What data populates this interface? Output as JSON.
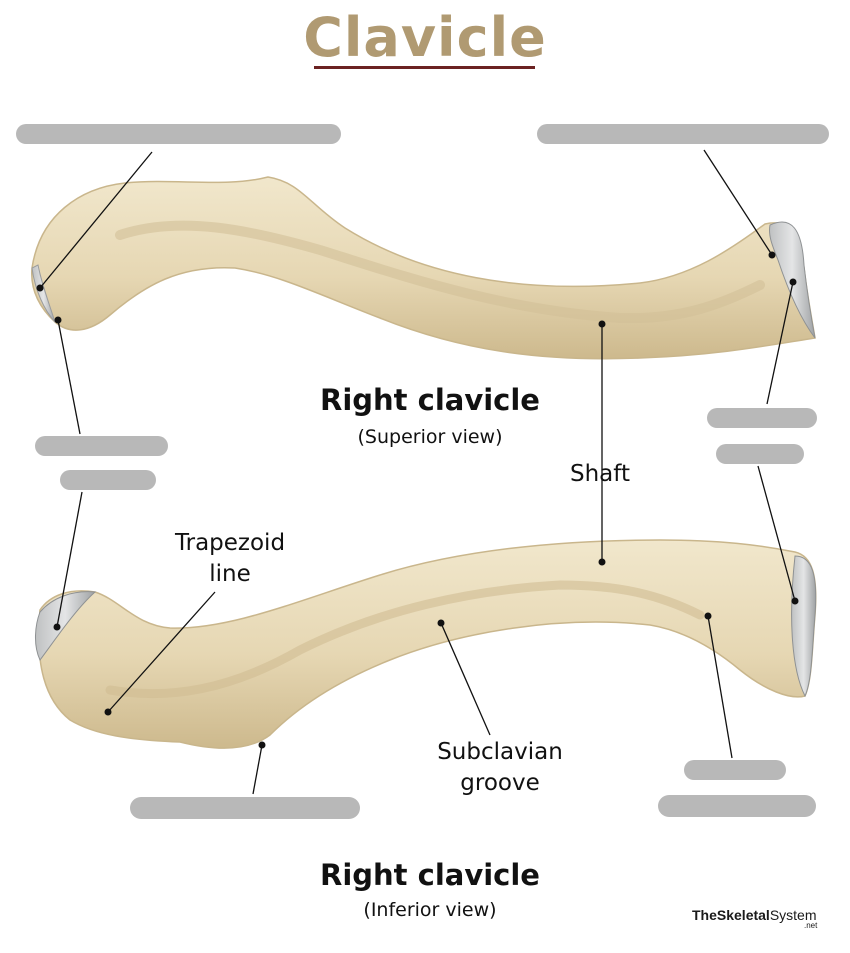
{
  "title": "Clavicle",
  "views": {
    "superior": {
      "name": "Right clavicle",
      "subtitle": "(Superior view)"
    },
    "inferior": {
      "name": "Right clavicle",
      "subtitle": "(Inferior view)"
    }
  },
  "labels": {
    "shaft": "Shaft",
    "trapezoid_line_1": "Trapezoid",
    "trapezoid_line_2": "line",
    "subclavian_groove_1": "Subclavian",
    "subclavian_groove_2": "groove"
  },
  "brand": {
    "name_bold": "TheSkeletal",
    "name_rest": "System",
    "suffix": ".net"
  },
  "colors": {
    "title": "#b09a72",
    "title_rule": "#6b2222",
    "bone": "#e9dcbd",
    "bone_shadow": "#c7b48a",
    "articular": "#d3d5d6",
    "mask": "#b8b8b8"
  }
}
